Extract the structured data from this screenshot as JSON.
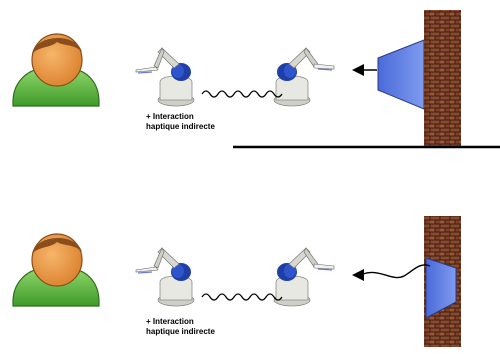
{
  "scenes": [
    {
      "caption_line1": "+ Interaction",
      "caption_line2": "haptique indirecte"
    },
    {
      "caption_line1": "+ Interaction",
      "caption_line2": "haptique indirecte"
    }
  ],
  "colors": {
    "skin": "#f2a04a",
    "hair": "#8a4e1c",
    "shirt": "#6cc24a",
    "robot_blue": "#1f3fa6",
    "robot_body": "#e8e8e2",
    "panel": "#5b7be0",
    "brick": "#8a4a2e",
    "mortar": "#3a1f12"
  },
  "icons": [
    "user-avatar-icon",
    "haptic-robot-icon",
    "haptic-arm-icon",
    "wall-icon",
    "screen-panel-icon",
    "arrow-icon"
  ]
}
